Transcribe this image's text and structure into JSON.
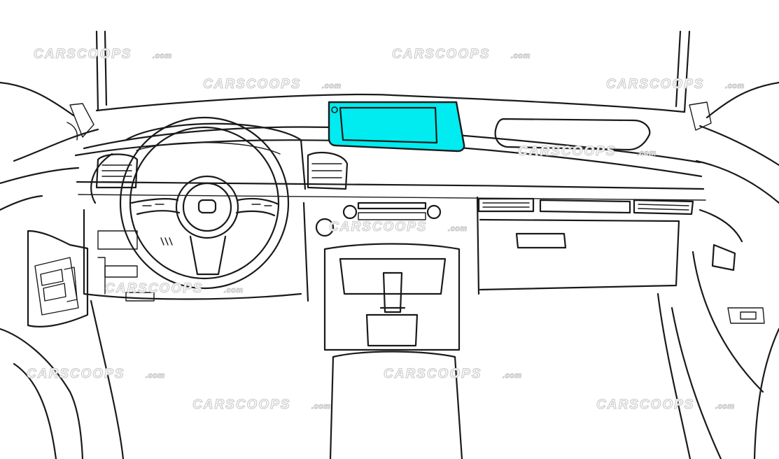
{
  "figure": {
    "subject": "Car dashboard line drawing with highlighted infotainment screen"
  },
  "colors": {
    "line": "#1a1a1a",
    "highlight": "#00ecf0",
    "background": "#ffffff",
    "watermark": "#c9c9c9"
  },
  "watermark": {
    "brand": "CARSCOOPS",
    "suffix": ".com"
  }
}
